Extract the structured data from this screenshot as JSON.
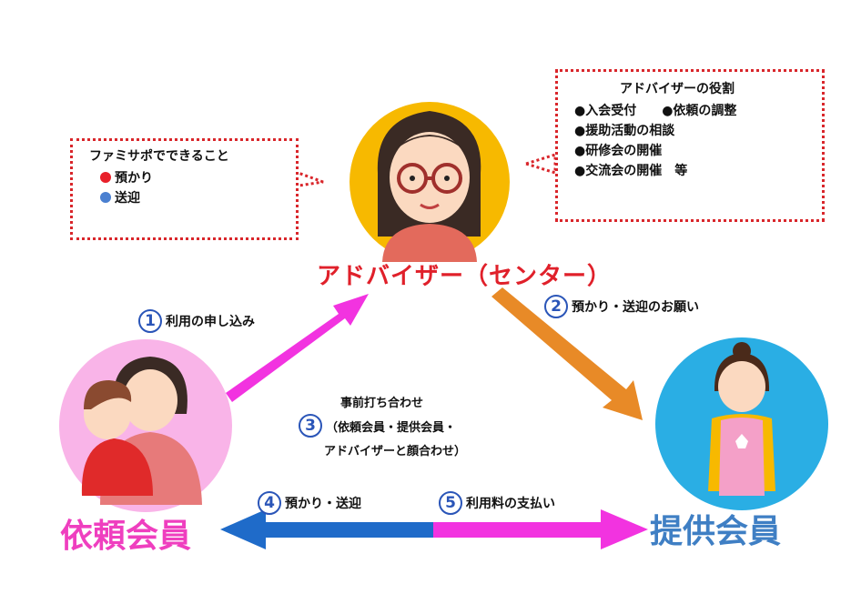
{
  "left_box": {
    "title": "ファミサポでできること",
    "items": [
      {
        "label": "預かり",
        "color": "#e8202a"
      },
      {
        "label": "送迎",
        "color": "#4a7fd0"
      }
    ]
  },
  "right_box": {
    "title": "アドバイザーの役割",
    "items": [
      "●入会受付　　●依頼の調整",
      "●援助活動の相談",
      "●研修会の開催",
      "●交流会の開催　等"
    ]
  },
  "advisor_label": "アドバイザー（センター）",
  "requester_label": "依頼会員",
  "provider_label": "提供会員",
  "steps": {
    "s1": {
      "num": "1",
      "text": "利用の申し込み"
    },
    "s2": {
      "num": "2",
      "text": "預かり・送迎のお願い"
    },
    "s3": {
      "num": "3",
      "lines": [
        "事前打ち合わせ",
        "（依頼会員・提供会員・",
        "アドバイザーと顔合わせ）"
      ]
    },
    "s4": {
      "num": "4",
      "text": "預かり・送迎"
    },
    "s5": {
      "num": "5",
      "text": "利用料の支払い"
    }
  },
  "colors": {
    "pink": "#f233e0",
    "orange": "#e88a27",
    "blue": "#1f6bc9",
    "red": "#d9262b"
  },
  "icons": [
    "advisor-woman-icon",
    "mother-child-icon",
    "provider-woman-icon"
  ]
}
